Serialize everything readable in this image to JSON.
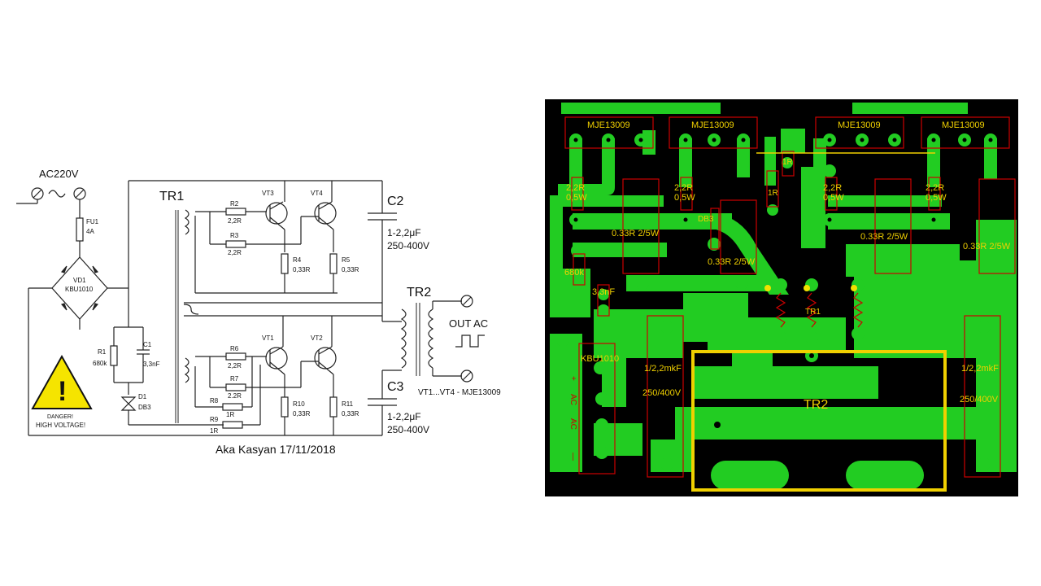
{
  "schematic": {
    "ac_input": "AC220V",
    "fuse_ref": "FU1",
    "fuse_val": "4A",
    "bridge_ref": "VD1",
    "bridge_val": "KBU1010",
    "r1_ref": "R1",
    "r1_val": "680k",
    "c1_ref": "C1",
    "c1_val": "3,3nF",
    "d1_ref": "D1",
    "d1_val": "DB3",
    "warning_line1": "DANGER!",
    "warning_line2": "HIGH VOLTAGE!",
    "tr1": "TR1",
    "tr2": "TR2",
    "r2": "R2",
    "r2_val": "2,2R",
    "r3": "R3",
    "r3_val": "2,2R",
    "r4": "R4",
    "r4_val": "0,33R",
    "r5": "R5",
    "r5_val": "0,33R",
    "r6": "R6",
    "r6_val": "2,2R",
    "r7": "R7",
    "r7_val": "2.2R",
    "r8": "R8",
    "r8_val": "1R",
    "r9": "R9",
    "r9_val": "1R",
    "r10": "R10",
    "r10_val": "0,33R",
    "r11": "R11",
    "r11_val": "0,33R",
    "vt1": "VT1",
    "vt2": "VT2",
    "vt3": "VT3",
    "vt4": "VT4",
    "c2": "C2",
    "c2_val1": "1-2,2μF",
    "c2_val2": "250-400V",
    "c3": "C3",
    "c3_val1": "1-2,2μF",
    "c3_val2": "250-400V",
    "out": "OUT AC",
    "transistors_note": "VT1...VT4 - MJE13009",
    "author": "Aka Kasyan 17/11/2018"
  },
  "pcb": {
    "transistor_label": "MJE13009",
    "res_22": "2,2R",
    "res_05w": "0,5W",
    "res_033": "0.33R 2/5W",
    "res_1r": "1R",
    "db3": "DB3",
    "r680k": "680k",
    "c33nf": "3,3nF",
    "tr1": "TR1",
    "tr2": "TR2",
    "bridge": "KBU1010",
    "cap_val": "1/2,2mkF",
    "cap_volt": "250/400V",
    "ac_plus": "+",
    "ac1": "AC",
    "ac2": "AC",
    "ac_minus": "—"
  },
  "colors": {
    "copper": "#22cc22",
    "board": "#000000",
    "silk": "#f0d000",
    "outline": "#cc0000"
  }
}
